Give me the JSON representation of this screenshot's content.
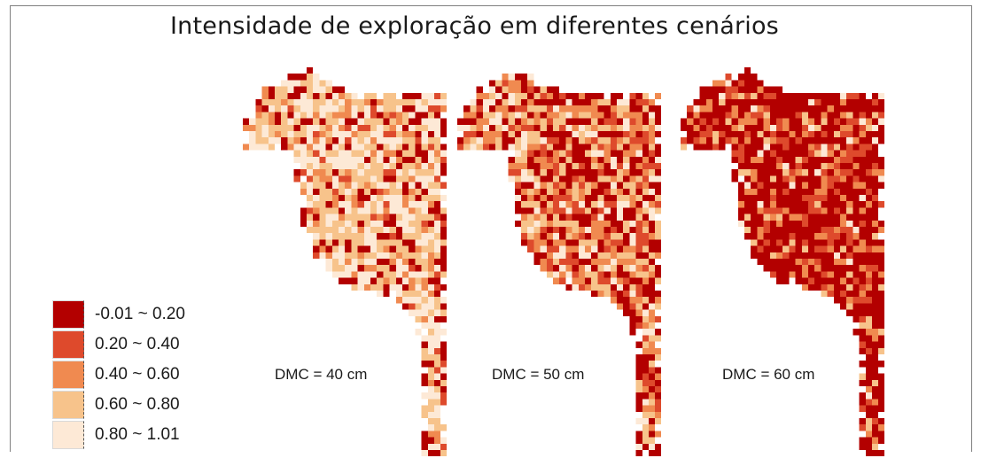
{
  "title": "Intensidade de exploração em diferentes cenários",
  "legend": [
    {
      "label": "-0.01 ~ 0.20",
      "color": "#b30000"
    },
    {
      "label": "0.20 ~ 0.40",
      "color": "#de4a2c"
    },
    {
      "label": "0.40 ~ 0.60",
      "color": "#f08a50"
    },
    {
      "label": "0.60 ~ 0.80",
      "color": "#f7c38b"
    },
    {
      "label": "0.80 ~ 1.01",
      "color": "#fde9d6"
    }
  ],
  "maps": [
    {
      "label": "DMC = 40 cm",
      "weights": [
        0.14,
        0.06,
        0.1,
        0.35,
        0.35
      ]
    },
    {
      "label": "DMC = 50 cm",
      "weights": [
        0.3,
        0.14,
        0.22,
        0.22,
        0.12
      ]
    },
    {
      "label": "DMC = 60 cm",
      "weights": [
        0.58,
        0.16,
        0.14,
        0.08,
        0.04
      ]
    }
  ]
}
